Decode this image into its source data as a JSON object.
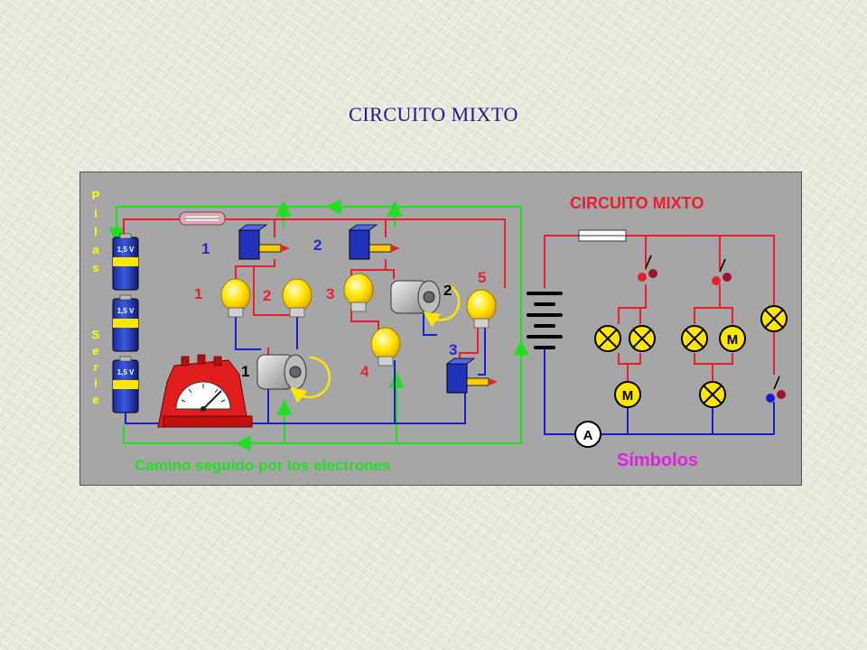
{
  "slide": {
    "title": "CIRCUITO MIXTO"
  },
  "diagram": {
    "heading": "CIRCUITO MIXTO",
    "vertical_label_1": "Pilas",
    "vertical_label_2": "Serie",
    "battery_label": "1,5 V",
    "path_caption": "Camino seguido por los electrones",
    "symbols_caption": "Símbolos",
    "switch_labels": [
      "1",
      "2",
      "3"
    ],
    "lamp_labels": [
      "1",
      "2",
      "3",
      "4",
      "5"
    ],
    "motor_labels": [
      "1",
      "2"
    ],
    "motor_symbol": "M",
    "ammeter_symbol": "A",
    "colors": {
      "panel": "#a7a6a7",
      "wire_red": "#e8202a",
      "wire_blue": "#1a1ad0",
      "path_green": "#22dd22",
      "label_red": "#e8202a",
      "label_blue": "#1d2bd0",
      "caption_magenta": "#e020e0",
      "lamp_yellow": "#ffe600"
    }
  }
}
